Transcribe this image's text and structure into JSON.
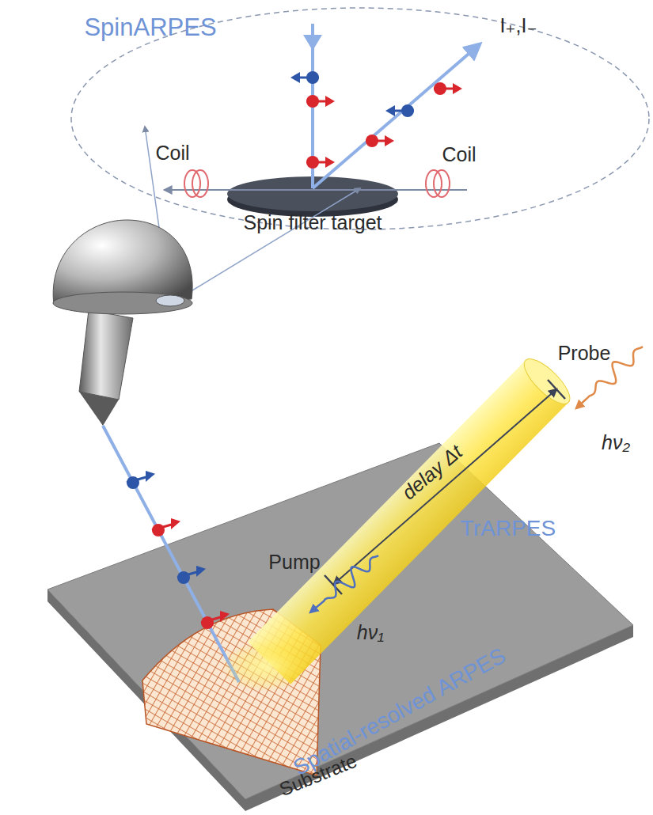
{
  "diagram": {
    "labels": [
      "SpinARPES",
      "Coil",
      "Coil",
      "I₊,I₋",
      "Spin filter target",
      "Probe",
      "delay Δt",
      "hν₂",
      "Pump",
      "hν₁",
      "TrARPES",
      "Spatial-resolved ARPES",
      "Substrate"
    ]
  }
}
